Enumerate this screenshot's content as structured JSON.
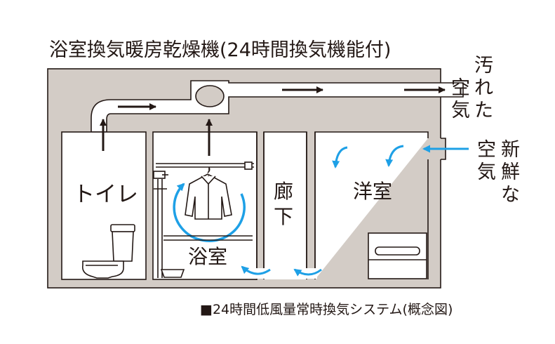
{
  "title": "浴室換気暖房乾燥機(24時間換気機能付)",
  "caption": "■24時間低風量常時換気システム(概念図)",
  "rooms": {
    "toilet": "トイレ",
    "bathroom": "浴室",
    "hallway": [
      "廊",
      "下"
    ],
    "western_room": "洋室"
  },
  "labels": {
    "dirty_air": [
      "汚",
      "れ",
      "た",
      "空",
      "気"
    ],
    "fresh_air": [
      "新",
      "鮮",
      "な",
      "空",
      "気"
    ]
  },
  "colors": {
    "wall": "#d3ccc6",
    "room": "#ffffff",
    "outline": "#231815",
    "airflow": "#1ea0e6"
  }
}
